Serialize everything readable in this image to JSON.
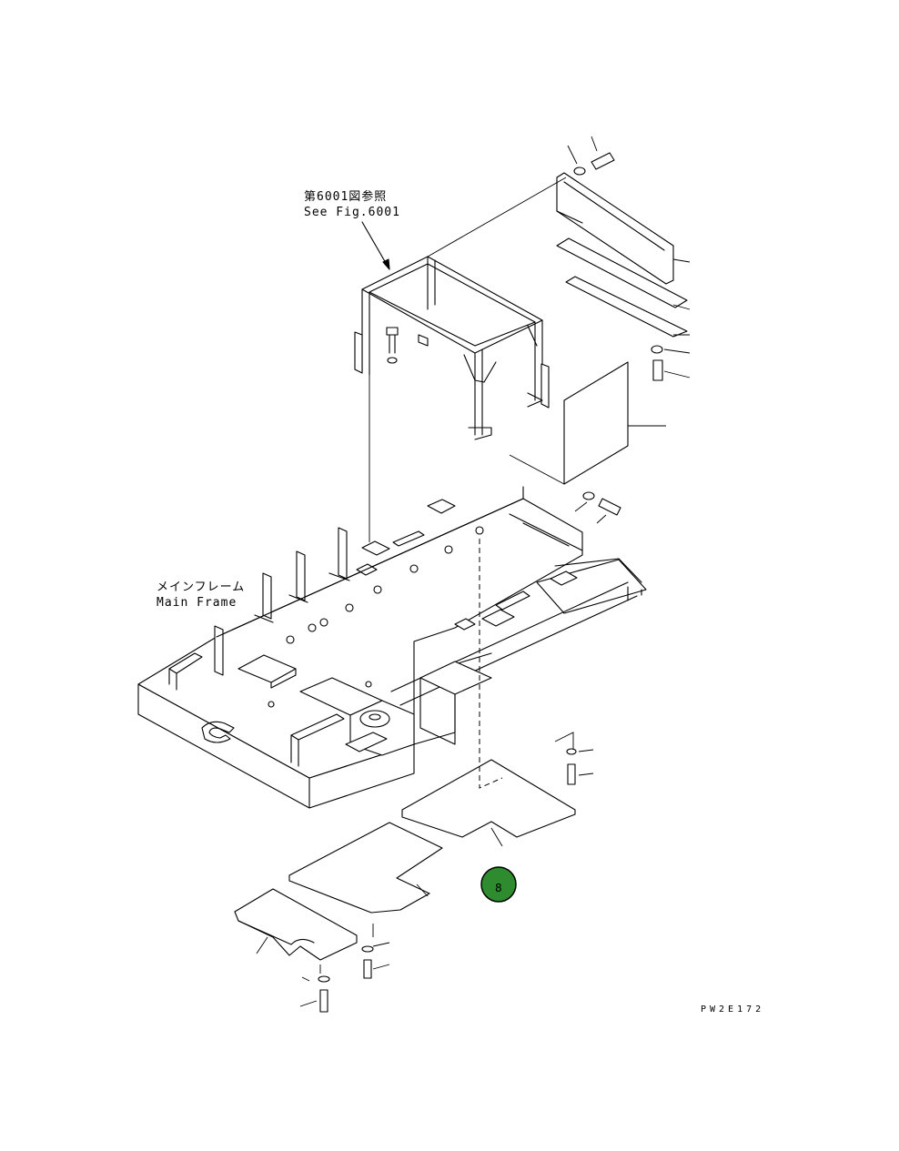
{
  "callouts": {
    "see_fig_jp": "第6001図参照",
    "see_fig_en": "See Fig.6001",
    "main_frame_jp": "メインフレーム",
    "main_frame_en": "Main Frame"
  },
  "drawing_code": "PW2E172",
  "marker": {
    "label": "8",
    "fill": "#2e8b2e",
    "stroke": "#000000"
  },
  "colors": {
    "line": "#000000",
    "background": "#ffffff"
  }
}
